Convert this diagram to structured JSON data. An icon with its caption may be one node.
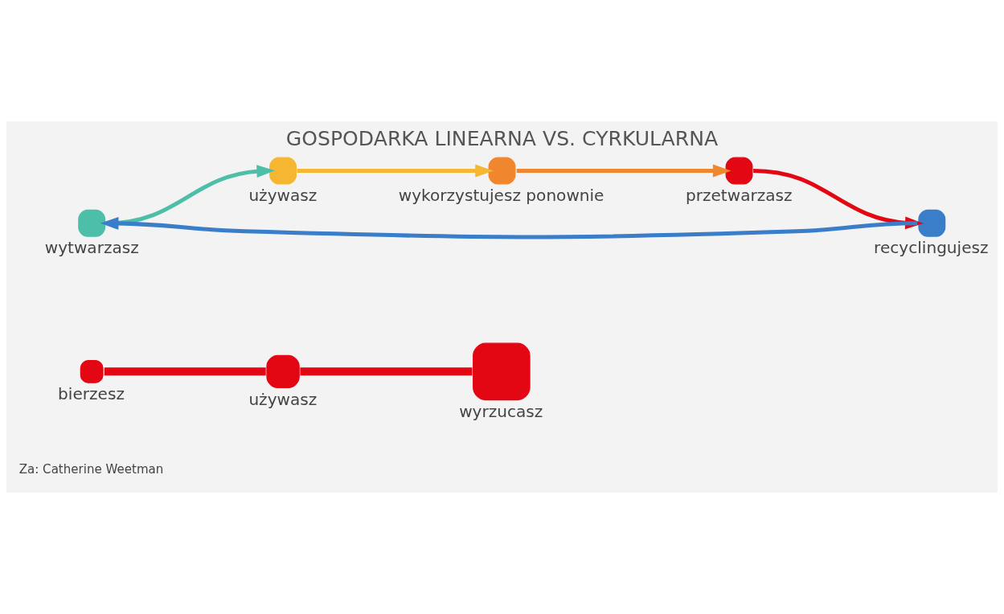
{
  "diagram": {
    "title": "GOSPODARKA LINEARNA VS. CYRKULARNA",
    "nodes": [
      {
        "text": [
          "bierzesz"
        ]
      },
      {
        "text": [
          "używasz"
        ]
      },
      {
        "text": [
          "wyrzucasz"
        ]
      },
      {
        "text": [
          "wytwarzasz"
        ]
      },
      {
        "text": [
          "używasz"
        ]
      },
      {
        "text": [
          "wykorzystujesz ponownie"
        ]
      },
      {
        "text": [
          "przetwarzasz"
        ]
      },
      {
        "text": [
          "recyclingujesz"
        ]
      }
    ],
    "edges": [
      {
        "from": 0,
        "to": 1,
        "arrow": "none",
        "style": "thick",
        "color": "#e30613"
      },
      {
        "from": 1,
        "to": 2,
        "arrow": "none",
        "style": "thick",
        "color": "#e30613"
      },
      {
        "from": 3,
        "to": 4,
        "arrow": "to",
        "color": "#4dbfa8"
      },
      {
        "from": 4,
        "to": 5,
        "arrow": "to",
        "color": "#f5b731"
      },
      {
        "from": 5,
        "to": 6,
        "arrow": "to",
        "color": "#f0872e"
      },
      {
        "from": 6,
        "to": 7,
        "arrow": "to",
        "color": "#e30613"
      },
      {
        "from": 7,
        "to": 3,
        "arrow": "to",
        "color": "#3a7dc9"
      }
    ],
    "labels": [
      "Za: Catherine Weetman"
    ]
  }
}
